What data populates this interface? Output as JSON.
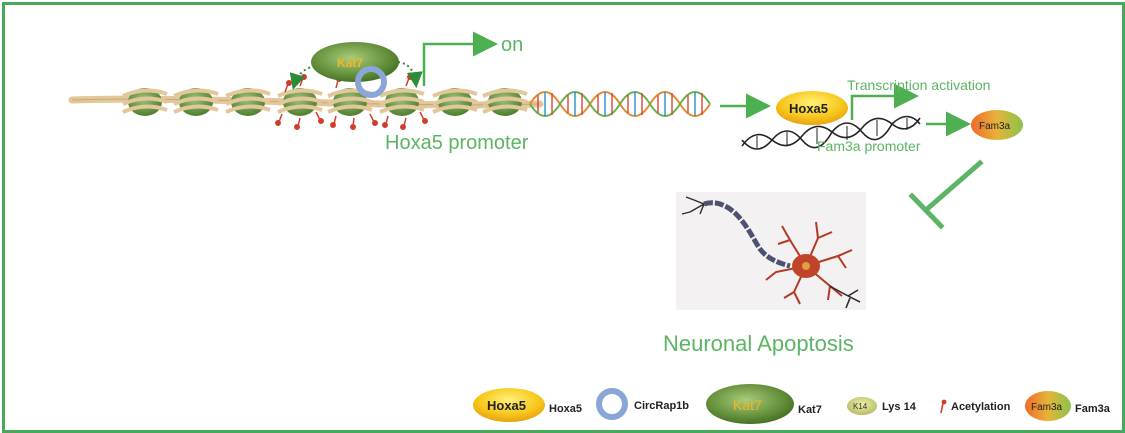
{
  "diagram": {
    "title_on": "on",
    "hoxa5_promoter_label": "Hoxa5 promoter",
    "transcription_activation_label": "Transcription activation",
    "fam3a_promoter_label": "Fam3a promoter",
    "neuronal_apoptosis_label": "Neuronal Apoptosis",
    "kat7_node_label": "Kat7",
    "hoxa5_node_label": "Hoxa5",
    "fam3a_node_label": "Fam3a"
  },
  "legend": {
    "hoxa5_badge": "Hoxa5",
    "hoxa5_text": "Hoxa5",
    "circrap1b_text": "CircRap1b",
    "kat7_badge": "Kat7",
    "kat7_text": "Kat7",
    "k14_badge": "K14",
    "lys14_text": "Lys 14",
    "acetylation_text": "Acetylation",
    "fam3a_badge": "Fam3a",
    "fam3a_text": "Fam3a"
  },
  "colors": {
    "frame": "#4aa85a",
    "green_text": "#5cb464",
    "arrow_green": "#4caf50",
    "kat7_dark": "#4f7a2c",
    "kat7_light": "#8db664",
    "hoxa5_yellow": "#f5c51a",
    "circrap1b_blue": "#8aa6d8",
    "acetyl_red": "#d23a2a",
    "chromatin_tan": "#e2c79a"
  }
}
